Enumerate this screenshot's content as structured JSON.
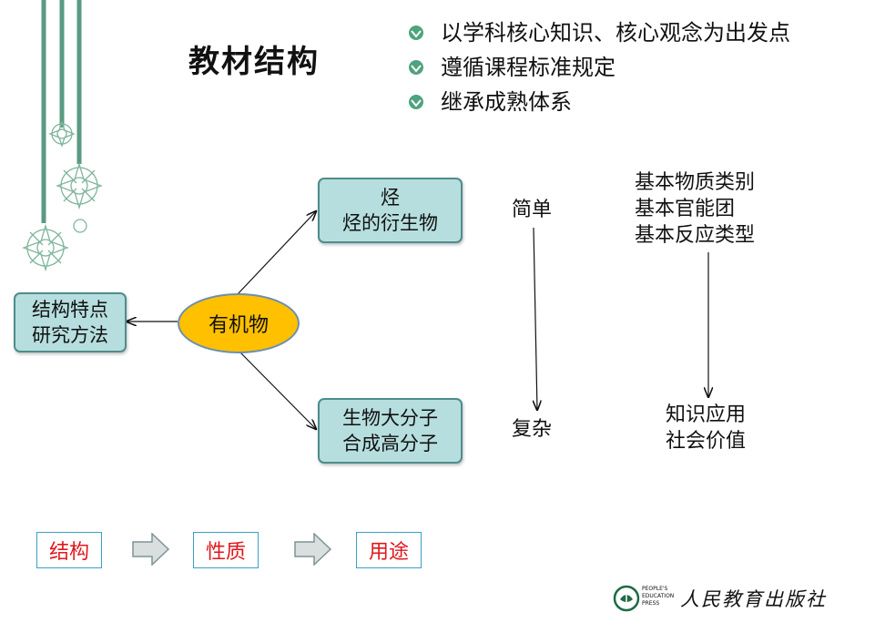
{
  "title": "教材结构",
  "bullets": [
    "以学科核心知识、核心观念为出发点",
    "遵循课程标准规定",
    "继承成熟体系"
  ],
  "center_node": "有机物",
  "left_node": [
    "结构特点",
    "研究方法"
  ],
  "top_node": [
    "烃",
    "烃的衍生物"
  ],
  "bottom_node": [
    "生物大分子",
    "合成高分子"
  ],
  "progression": {
    "start": "简单",
    "end": "复杂"
  },
  "focus_list": [
    "基本物质类别",
    "基本官能团",
    "基本反应类型"
  ],
  "focus_result": [
    "知识应用",
    "社会价值"
  ],
  "flow": [
    "结构",
    "性质",
    "用途"
  ],
  "publisher": {
    "en": [
      "PEOPLE'S",
      "EDUCATION",
      "PRESS"
    ],
    "cn": "人民教育出版社"
  },
  "colors": {
    "node_fill": "#b7dede",
    "node_border": "#4f8c8c",
    "center_fill": "#ffc000",
    "flow_text": "#e0181e",
    "decor": "#5a9a82"
  }
}
